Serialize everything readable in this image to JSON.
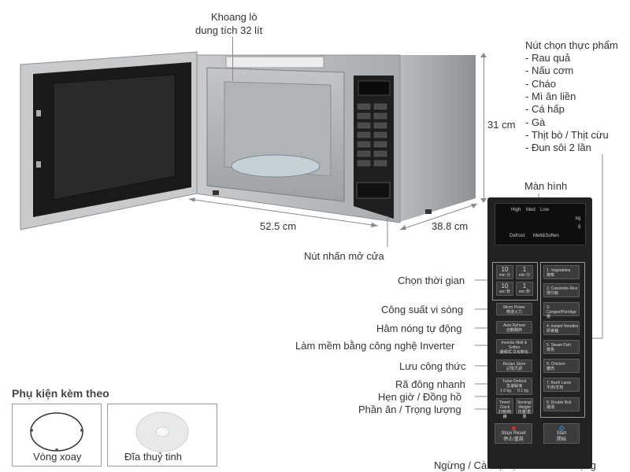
{
  "annotations": {
    "cavity": [
      "Khoang lò",
      "dung tích 32 lít"
    ],
    "height": "31 cm",
    "width": "52.5 cm",
    "depth": "38.8 cm",
    "door_button": "Nút nhấn mở cửa",
    "food_select_title": "Nút chọn thực phẩm",
    "food_items": [
      "- Rau quả",
      "- Nấu cơm",
      "- Cháo",
      "- Mì ăn liền",
      "- Cá hấp",
      "- Gà",
      "- Thịt bò / Thịt cừu",
      "- Đun sôi 2 lần"
    ],
    "screen": "Màn hình",
    "left_labels": [
      "Chọn thời gian",
      "Công suất vi sóng",
      "Hâm nóng tự động",
      "Làm mềm bằng công nghệ Inverter",
      "Lưu công thức",
      "Rã đông nhanh",
      "Hẹn giờ / Đồng hồ",
      "Phần ăn / Trọng lượng"
    ],
    "stop_reset": "Ngừng / Cài đặt lại",
    "start": "Khởi động"
  },
  "display": {
    "high": "High",
    "med": "Med",
    "low": "Low",
    "kg": "kg",
    "g": "g",
    "defrost": "Defrost",
    "melt": "Melt&Soften"
  },
  "panel_buttons": {
    "time": [
      {
        "top": "10",
        "bottom": "min 分"
      },
      {
        "top": "1",
        "bottom": "min 分"
      },
      {
        "top": "10",
        "bottom": "sec 秒"
      },
      {
        "top": "1",
        "bottom": "sec 秒"
      }
    ],
    "left": [
      {
        "top": "Micro Power",
        "bottom": "微波火力"
      },
      {
        "top": "Auto Reheat",
        "bottom": "自動翻熱"
      },
      {
        "top": "Inverter Melt & Soften",
        "bottom": "變頻式 文化軟化"
      },
      {
        "top": "Recipe Store",
        "bottom": "記憶烹調"
      },
      {
        "top": "Turbo Defrost",
        "bottom": "急速解凍"
      },
      {
        "top": "Timer/ Clock",
        "bottom": "計時/時鐘"
      }
    ],
    "defrost_weights": [
      "1.0 kg",
      "0.1 kg"
    ],
    "serving": {
      "top": "Serving/ Weight",
      "bottom": "份量/重量"
    },
    "right": [
      {
        "top": "1. Vegetables",
        "bottom": "蔬菜"
      },
      {
        "top": "2. Casserole Rice",
        "bottom": "煲仔飯"
      },
      {
        "top": "3. Congee/Porridge",
        "bottom": "粥"
      },
      {
        "top": "4. Instant Noodles",
        "bottom": "即食麵"
      },
      {
        "top": "5. Steam Fish",
        "bottom": "蒸魚"
      },
      {
        "top": "6. Chicken",
        "bottom": "雞肉"
      },
      {
        "top": "7. Beef/ Lamb",
        "bottom": "牛肉/羊肉"
      },
      {
        "top": "8. Double Boil",
        "bottom": "燉湯"
      }
    ],
    "stop": {
      "top": "Stop/ Reset",
      "bottom": "停止/重設"
    },
    "start": {
      "top": "Start",
      "bottom": "開始"
    }
  },
  "accessories": {
    "title": "Phụ kiện kèm theo",
    "items": [
      "Vòng xoay",
      "Đĩa thuỷ tinh"
    ]
  }
}
